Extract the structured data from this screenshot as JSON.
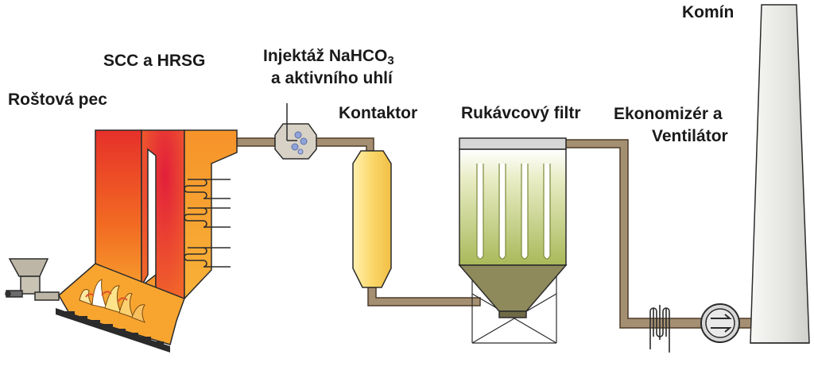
{
  "labels": {
    "grate_furnace": "Roštová pec",
    "scc_hrsg": "SCC a HRSG",
    "injection_line1_prefix": "Injektáž NaHCO",
    "injection_line1_sub": "3",
    "injection_line2": "a aktivního uhlí",
    "contactor": "Kontaktor",
    "bag_filter": "Rukávcový filtr",
    "economizer_line1": "Ekonomizér a",
    "economizer_line2": "Ventilátor",
    "stack": "Komín"
  },
  "colors": {
    "duct": "#a48f72",
    "duct_outline": "#4d3b29",
    "outline": "#2b2b2b",
    "furnace_hot": "#e4262a",
    "furnace_warm": "#f47a20",
    "furnace_cool": "#f8b032",
    "contactor_fill": "#fbd86a",
    "filter_body": "#b5c469",
    "filter_hopper": "#8f8a5c",
    "stack_fill": "#ececea"
  }
}
